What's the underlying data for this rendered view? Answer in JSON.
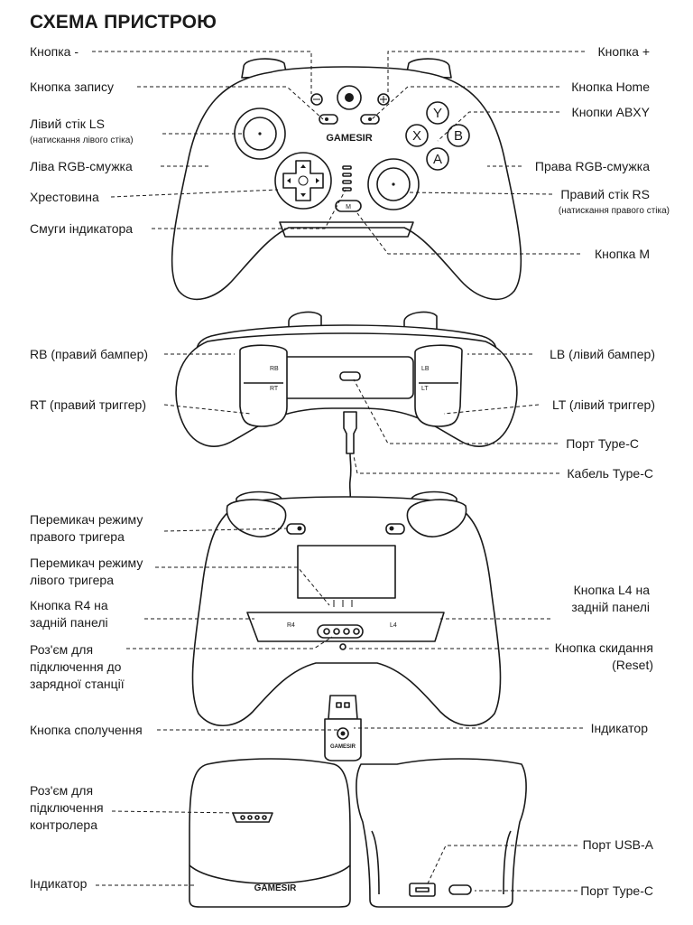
{
  "title": "СХЕМА ПРИСТРОЮ",
  "brand": "GAMESIR",
  "labels": {
    "minus_button": "Кнопка -",
    "record_button": "Кнопка запису",
    "left_stick": "Лівий стік LS",
    "left_stick_press": "(натискання лівого стіка)",
    "left_rgb": "Ліва RGB-смужка",
    "dpad": "Хрестовина",
    "indicator_bars": "Смуги індикатора",
    "plus_button": "Кнопка +",
    "home_button": "Кнопка Home",
    "abxy_buttons": "Кнопки ABXY",
    "right_rgb": "Права RGB-смужка",
    "right_stick": "Правий стік RS",
    "right_stick_press": "(натискання правого стіка)",
    "m_button": "Кнопка M",
    "rb": "RB (правий бампер)",
    "rt": "RT (правий триггер)",
    "lb": "LB (лівий бампер)",
    "lt": "LT (лівий триггер)",
    "typec_port": "Порт Type-C",
    "typec_cable": "Кабель Type-C",
    "right_trigger_switch_1": "Перемикач режиму",
    "right_trigger_switch_2": "правого тригера",
    "left_trigger_switch_1": "Перемикач режиму",
    "left_trigger_switch_2": "лівого тригера",
    "r4_button_1": "Кнопка R4 на",
    "r4_button_2": "задній панелі",
    "l4_button_1": "Кнопка L4 на",
    "l4_button_2": "задній панелі",
    "dock_connector_1": "Роз'єм для",
    "dock_connector_2": "підключення до",
    "dock_connector_3": "зарядної станції",
    "reset_button_1": "Кнопка скидання",
    "reset_button_2": "(Reset)",
    "pair_button": "Кнопка сполучення",
    "dongle_indicator": "Індикатор",
    "controller_connector_1": "Роз'єм для",
    "controller_connector_2": "підключення",
    "controller_connector_3": "контролера",
    "station_indicator": "Індикатор",
    "usba_port": "Порт USB-A",
    "station_typec_port": "Порт Type-C"
  },
  "part_marks": {
    "rb": "RB",
    "rt": "RT",
    "lb": "LB",
    "lt": "LT",
    "r4": "R4",
    "l4": "L4",
    "face_y": "Y",
    "face_x": "X",
    "face_b": "B",
    "face_a": "A",
    "m": "M"
  }
}
